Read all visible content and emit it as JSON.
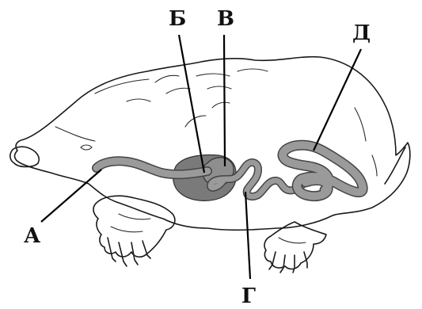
{
  "labels": {
    "a": "А",
    "b": "Б",
    "v": "В",
    "g": "Г",
    "d": "Д"
  },
  "colors": {
    "outline": "#1a1a1a",
    "digestive_tract": "#9a9a9a",
    "liver": "#777777",
    "stomach": "#8e8e8e"
  }
}
